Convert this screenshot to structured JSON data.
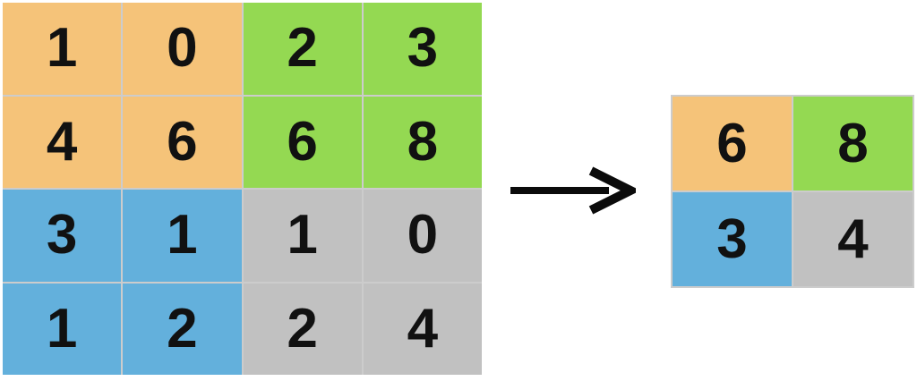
{
  "colors": {
    "orange": "#F5C379",
    "green": "#94D952",
    "blue": "#63B0DC",
    "gray": "#C1C1C1",
    "gridline": "#CCCCCC",
    "arrow": "#0B0B0B",
    "text": "#111111",
    "background": "#FFFFFF"
  },
  "input_grid": {
    "rows": 4,
    "cols": 4,
    "cells": [
      {
        "value": "1",
        "color": "orange"
      },
      {
        "value": "0",
        "color": "orange"
      },
      {
        "value": "2",
        "color": "green"
      },
      {
        "value": "3",
        "color": "green"
      },
      {
        "value": "4",
        "color": "orange"
      },
      {
        "value": "6",
        "color": "orange"
      },
      {
        "value": "6",
        "color": "green"
      },
      {
        "value": "8",
        "color": "green"
      },
      {
        "value": "3",
        "color": "blue"
      },
      {
        "value": "1",
        "color": "blue"
      },
      {
        "value": "1",
        "color": "gray"
      },
      {
        "value": "0",
        "color": "gray"
      },
      {
        "value": "1",
        "color": "blue"
      },
      {
        "value": "2",
        "color": "blue"
      },
      {
        "value": "2",
        "color": "gray"
      },
      {
        "value": "4",
        "color": "gray"
      }
    ]
  },
  "output_grid": {
    "rows": 2,
    "cols": 2,
    "cells": [
      {
        "value": "6",
        "color": "orange"
      },
      {
        "value": "8",
        "color": "green"
      },
      {
        "value": "3",
        "color": "blue"
      },
      {
        "value": "4",
        "color": "gray"
      }
    ]
  },
  "arrow": {
    "direction": "right"
  }
}
